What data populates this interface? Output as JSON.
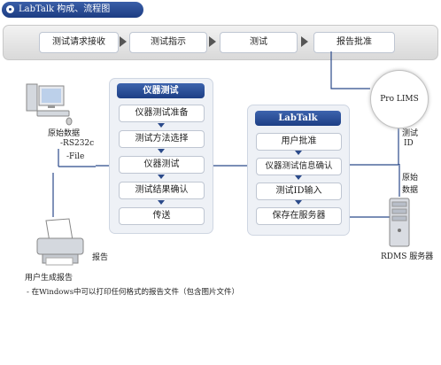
{
  "title": "LabTalk 构成、流程图",
  "flow_steps": [
    "测试请求接收",
    "测试指示",
    "测试",
    "报告批准"
  ],
  "instrument_panel": {
    "header": "仪器测试",
    "steps": [
      "仪器测试准备",
      "测试方法选择",
      "仪器测试",
      "测试结果确认",
      "传送"
    ]
  },
  "labtalk_panel": {
    "header": "LabTalk",
    "steps": [
      "用户批准",
      "仪器测试信息确认",
      "测试ID输入",
      "保存在服务器"
    ]
  },
  "pro_lims": "Pro LIMS",
  "raw_data": {
    "label": "原始数据",
    "rs232c": "-RS232c",
    "file": "-File"
  },
  "test_id": [
    "测试",
    "ID"
  ],
  "raw_data_right": [
    "原始",
    "数据"
  ],
  "rdms": "RDMS 服务器",
  "report": "报告",
  "user_report": "用户生成报告",
  "note": "- 在Windows中可以打印任何格式的报告文件（包含图片文件）"
}
